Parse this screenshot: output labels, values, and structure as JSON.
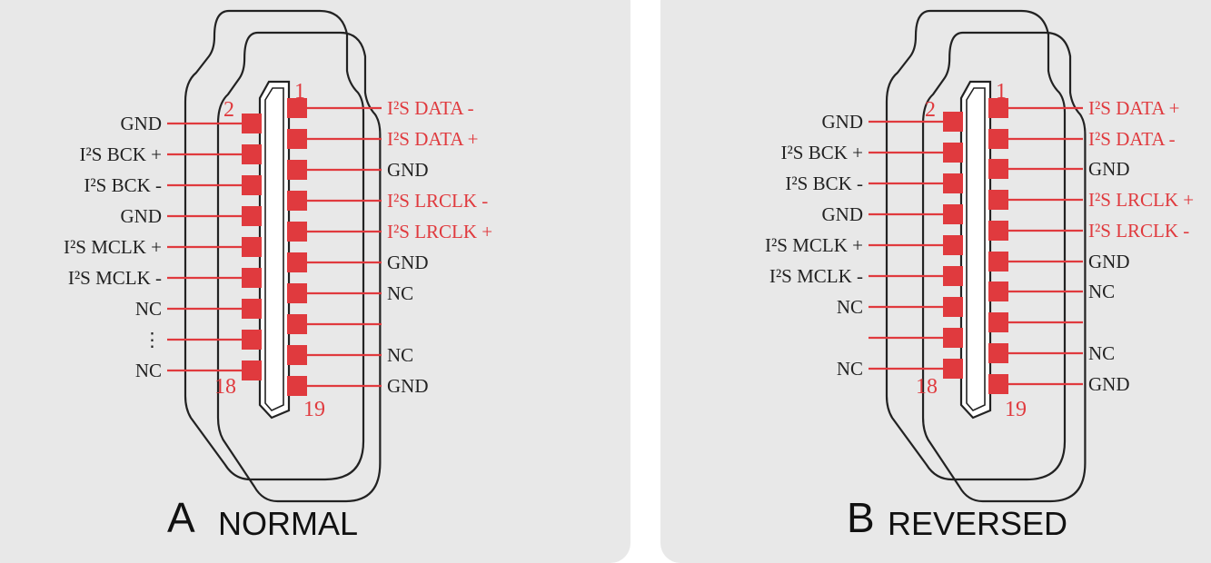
{
  "colors": {
    "accent": "#e03a3e",
    "text": "#222222",
    "outline": "#222222",
    "panel": "#e8e8e8"
  },
  "panels": [
    {
      "id": "a",
      "letter": "A",
      "title": "NORMAL",
      "pin_labels": {
        "top_right": "1",
        "top_left": "2",
        "bottom_left": "18",
        "bottom_right": "19"
      },
      "left_pins": [
        {
          "label": "GND",
          "color": "dark"
        },
        {
          "label": "I²S BCK +",
          "color": "dark"
        },
        {
          "label": "I²S BCK -",
          "color": "dark"
        },
        {
          "label": "GND",
          "color": "dark"
        },
        {
          "label": "I²S MCLK +",
          "color": "dark"
        },
        {
          "label": "I²S MCLK -",
          "color": "dark"
        },
        {
          "label": "NC",
          "color": "dark"
        },
        {
          "label": "⋮",
          "color": "dark"
        },
        {
          "label": "NC",
          "color": "dark"
        }
      ],
      "right_pins": [
        {
          "label": "I²S DATA -",
          "color": "red"
        },
        {
          "label": "I²S DATA +",
          "color": "red"
        },
        {
          "label": "GND",
          "color": "dark"
        },
        {
          "label": "I²S LRCLK -",
          "color": "red"
        },
        {
          "label": "I²S LRCLK +",
          "color": "red"
        },
        {
          "label": "GND",
          "color": "dark"
        },
        {
          "label": "NC",
          "color": "dark"
        },
        {
          "label": "",
          "color": "dark"
        },
        {
          "label": "NC",
          "color": "dark"
        },
        {
          "label": "GND",
          "color": "dark"
        }
      ]
    },
    {
      "id": "b",
      "letter": "B",
      "title": "REVERSED",
      "pin_labels": {
        "top_right": "1",
        "top_left": "2",
        "bottom_left": "18",
        "bottom_right": "19"
      },
      "left_pins": [
        {
          "label": "GND",
          "color": "dark"
        },
        {
          "label": "I²S BCK +",
          "color": "dark"
        },
        {
          "label": "I²S BCK -",
          "color": "dark"
        },
        {
          "label": "GND",
          "color": "dark"
        },
        {
          "label": "I²S MCLK +",
          "color": "dark"
        },
        {
          "label": "I²S MCLK -",
          "color": "dark"
        },
        {
          "label": "NC",
          "color": "dark"
        },
        {
          "label": "",
          "color": "dark"
        },
        {
          "label": "NC",
          "color": "dark"
        }
      ],
      "right_pins": [
        {
          "label": "I²S DATA +",
          "color": "red"
        },
        {
          "label": "I²S DATA -",
          "color": "red"
        },
        {
          "label": "GND",
          "color": "dark"
        },
        {
          "label": "I²S LRCLK +",
          "color": "red"
        },
        {
          "label": "I²S LRCLK -",
          "color": "red"
        },
        {
          "label": "GND",
          "color": "dark"
        },
        {
          "label": "NC",
          "color": "dark"
        },
        {
          "label": "",
          "color": "dark"
        },
        {
          "label": "NC",
          "color": "dark"
        },
        {
          "label": "GND",
          "color": "dark"
        }
      ]
    }
  ]
}
